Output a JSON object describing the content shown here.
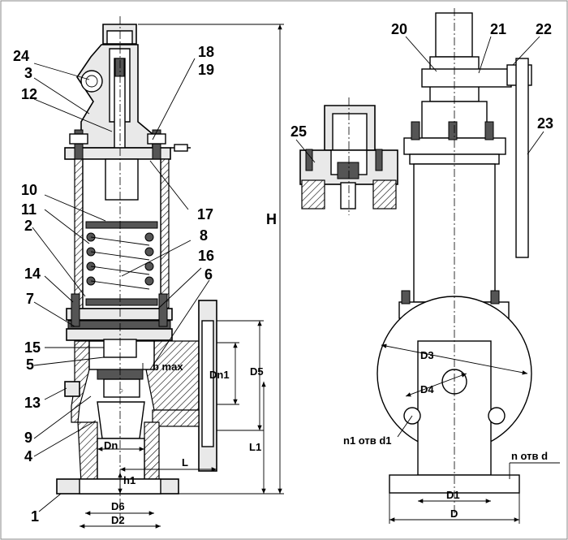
{
  "drawing": {
    "part_numbers": {
      "p1": "1",
      "p2": "2",
      "p3": "3",
      "p4": "4",
      "p5": "5",
      "p6": "6",
      "p7": "7",
      "p8": "8",
      "p9": "9",
      "p10": "10",
      "p11": "11",
      "p12": "12",
      "p13": "13",
      "p14": "14",
      "p15": "15",
      "p16": "16",
      "p17": "17",
      "p18": "18",
      "p19": "19",
      "p20": "20",
      "p21": "21",
      "p22": "22",
      "p23": "23",
      "p24": "24",
      "p25": "25"
    },
    "dimensions": {
      "H": "H",
      "L": "L",
      "L1": "L1",
      "D5": "D5",
      "Dn1": "Dn1",
      "b_max": "b max",
      "Dn": "Dn",
      "h1": "h1",
      "D6": "D6",
      "D2": "D2",
      "D3": "D3",
      "D4": "D4",
      "D1": "D1",
      "D": "D",
      "n1_holes": "n1 отв d1",
      "n_holes": "n отв d"
    }
  }
}
